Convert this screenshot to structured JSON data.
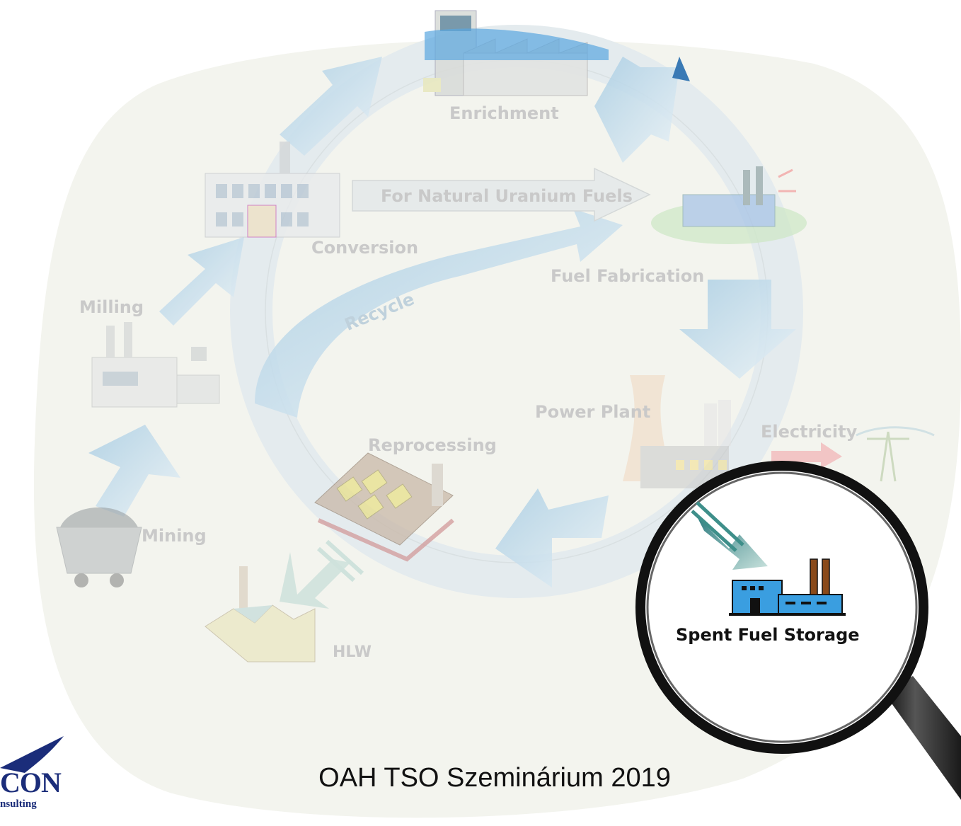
{
  "diagram": {
    "labels": {
      "enrichment": "Enrichment",
      "natural_uranium": "For Natural Uranium Fuels",
      "conversion": "Conversion",
      "fuel_fabrication": "Fuel Fabrication",
      "milling": "Milling",
      "recycle": "Recycle",
      "power_plant": "Power Plant",
      "electricity": "Electricity",
      "reprocessing": "Reprocessing",
      "mining": "Mining",
      "hlw": "HLW",
      "spent_fuel_storage": "Spent Fuel Storage"
    }
  },
  "footer": {
    "title": "OAH TSO Szeminárium 2019"
  },
  "logo": {
    "name": "CON",
    "tagline": "nsulting"
  },
  "colors": {
    "background_blob": "#f3f4ee",
    "arrow_fill": "#bcd8e8",
    "label_gray": "#c9c9c9",
    "storage_blue": "#3a9ee0",
    "logo_navy": "#1b2d7a"
  }
}
